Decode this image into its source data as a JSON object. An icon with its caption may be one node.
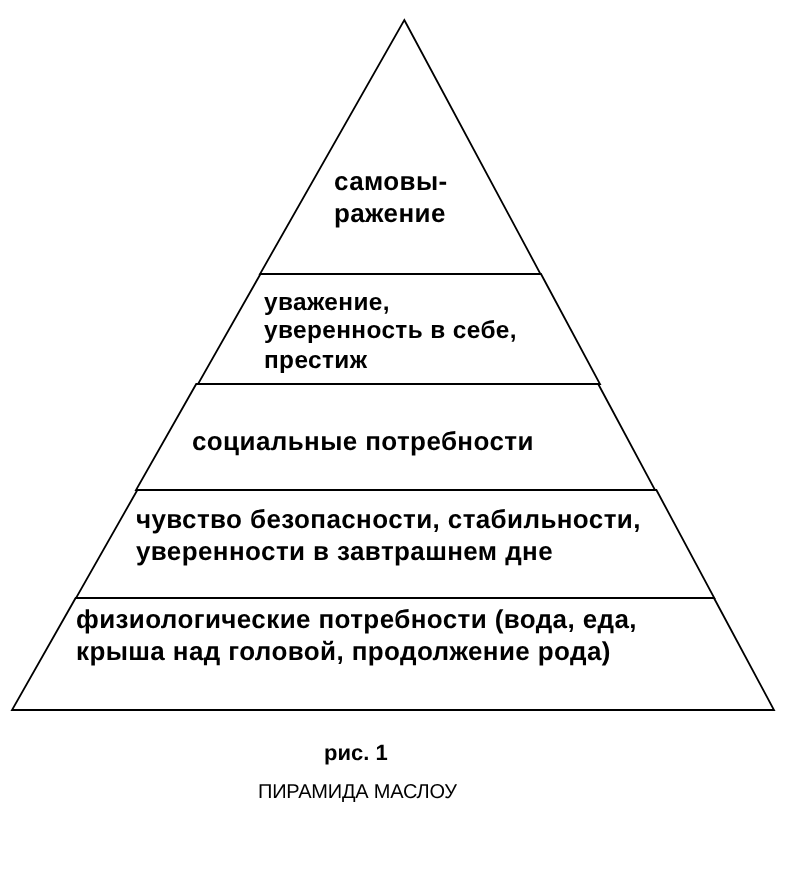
{
  "diagram": {
    "caption": "ПИРАМИДА МАСЛОУ",
    "nodes": [
      {
        "text": [
          "самовы- ражение"
        ]
      },
      {
        "text": [
          "уважение, уверенность в себе, престиж"
        ]
      },
      {
        "text": [
          "социальные потребности"
        ]
      },
      {
        "text": [
          "чувство безопасности, стабильности, уверенности в завтрашнем дне"
        ]
      },
      {
        "text": [
          "физиологические потребности (вода, еда, крыша над головой, продолжение рода)"
        ]
      }
    ],
    "labels": [
      "рис. 1"
    ]
  }
}
